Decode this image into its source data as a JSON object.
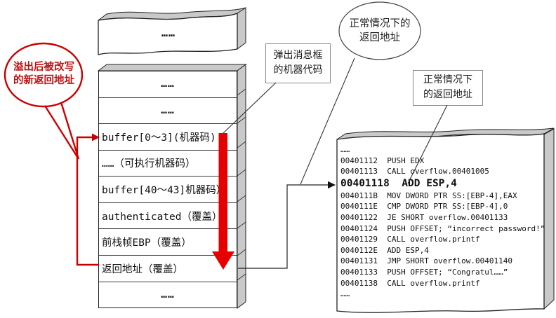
{
  "colors": {
    "accent_red": "#cc0000",
    "arrow_red": "#e60000",
    "face_gray": "#c9c9c9",
    "box_border_gray": "#8a8a8a",
    "line_black": "#333333"
  },
  "balloon": {
    "line1": "溢出后被改写",
    "line2": "的新返回地址"
  },
  "top_box": {
    "label": "……"
  },
  "stack": {
    "rows": [
      {
        "text": "……"
      },
      {
        "text": "……"
      },
      {
        "text": "buffer[0～3](机器码)"
      },
      {
        "text": "……（可执行机器码）"
      },
      {
        "text": "buffer[40～43]机器码）"
      },
      {
        "text": "authenticated（覆盖）"
      },
      {
        "text": "前栈帧EBP（覆盖）"
      },
      {
        "text": "返回地址（覆盖）"
      },
      {
        "text": "……"
      }
    ]
  },
  "callouts": {
    "machine_code_box": {
      "line1": "弹出消息框",
      "line2": "的机器代码"
    },
    "normal_return_ellipse": {
      "line1": "正常情况下的",
      "line2": "返回地址"
    },
    "normal_return_box": {
      "line1": "正常情况下",
      "line2": "的返回地址"
    }
  },
  "code": {
    "lines": [
      "……",
      "00401112  PUSH EDX",
      "00401113  CALL overflow.00401005",
      "00401118  ADD ESP,4",
      "0040111B  MOV DWORD PTR SS:[EBP-4],EAX",
      "0040111E  CMP DWORD PTR SS:[EBP-4],0",
      "00401122  JE SHORT overflow.00401133",
      "00401124  PUSH OFFSET; “incorrect password!”",
      "00401129  CALL overflow.printf",
      "0040112E  ADD ESP,4",
      "00401131  JMP SHORT overflow.00401140",
      "00401133  PUSH OFFSET; “Congratul……”",
      "00401138  CALL overflow.printf",
      "……"
    ]
  }
}
